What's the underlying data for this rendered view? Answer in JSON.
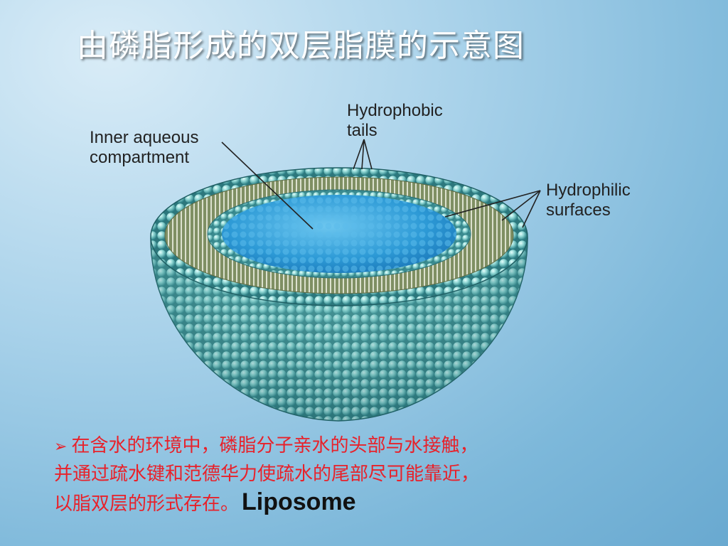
{
  "title": "由磷脂形成的双层脂膜的示意图",
  "diagram": {
    "labels": {
      "inner_compartment": [
        "Inner aqueous",
        "compartment"
      ],
      "tails": [
        "Hydrophobic",
        "tails"
      ],
      "surfaces": [
        "Hydrophilic",
        "surfaces"
      ]
    },
    "colors": {
      "head_light": "#a9e8e4",
      "head_dark": "#2f8f95",
      "tail_band": "#8c9a6c",
      "water": "#3aa6dd"
    }
  },
  "caption": {
    "bullet_icon": "➢",
    "lines": [
      "在含水的环境中，磷脂分子亲水的头部与水接触，",
      "并通过疏水键和范德华力使疏水的尾部尽可能靠近，",
      "以脂双层的形式存在。"
    ],
    "liposome_label": "Liposome"
  }
}
